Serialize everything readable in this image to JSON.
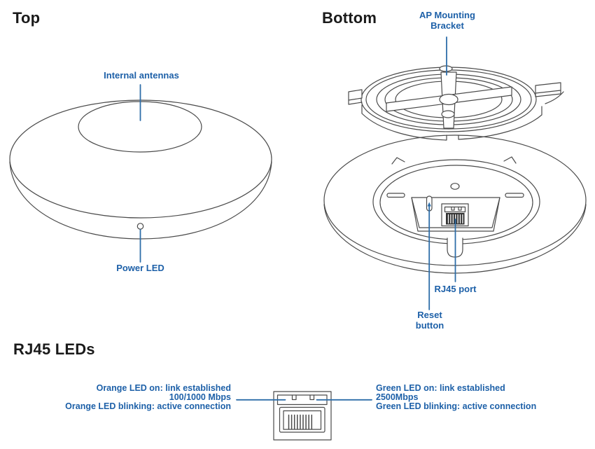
{
  "colors": {
    "label_blue": "#1d60a8",
    "leader_blue": "#2e6ea9",
    "heading_color": "#1a1a1a",
    "art_stroke": "#4a4a4a"
  },
  "top_section": {
    "heading": "Top",
    "antennas_label": "Internal antennas",
    "power_led_label": "Power LED"
  },
  "bottom_section": {
    "heading": "Bottom",
    "bracket_label": "AP Mounting\nBracket",
    "rj45_port_label": "RJ45 port",
    "reset_button_label": "Reset\nbutton"
  },
  "rj45_leds_section": {
    "heading": "RJ45 LEDs",
    "orange_led": {
      "line1": "Orange LED on: link established",
      "line2": "100/1000 Mbps",
      "line3": "Orange LED blinking: active connection"
    },
    "green_led": {
      "line1": "Green LED on: link established",
      "line2": "2500Mbps",
      "line3": "Green LED blinking: active connection"
    }
  }
}
